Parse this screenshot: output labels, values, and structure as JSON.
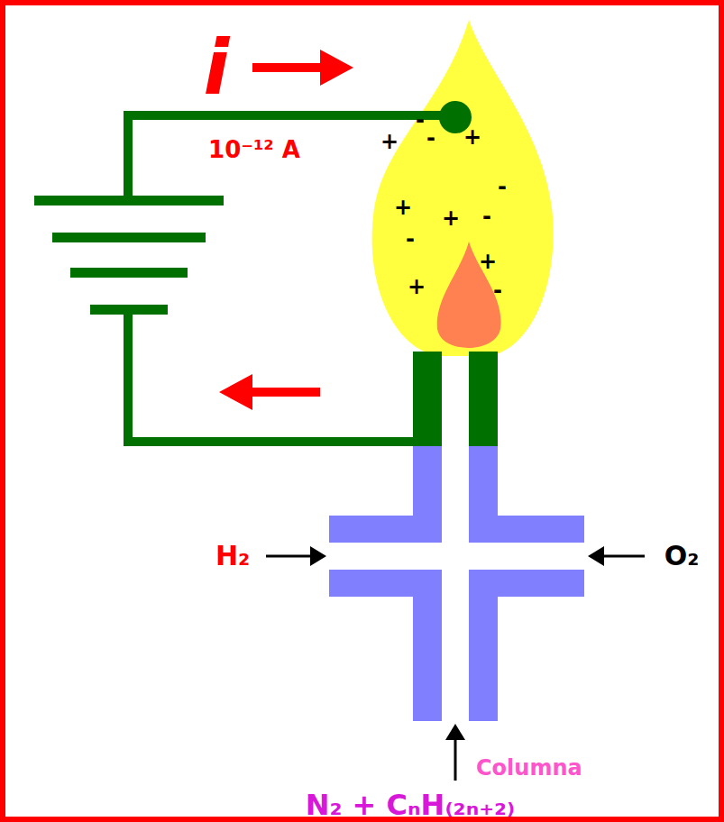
{
  "diagram": {
    "labels": [
      "i",
      "10⁻¹² A",
      "-",
      "+",
      "-",
      "+",
      "-",
      "+",
      "+",
      "-",
      "-",
      "+",
      "+",
      "-",
      "H₂",
      "O₂",
      "Columna",
      "N₂ + CₙH₍₂ₙ₊₂₎"
    ]
  }
}
